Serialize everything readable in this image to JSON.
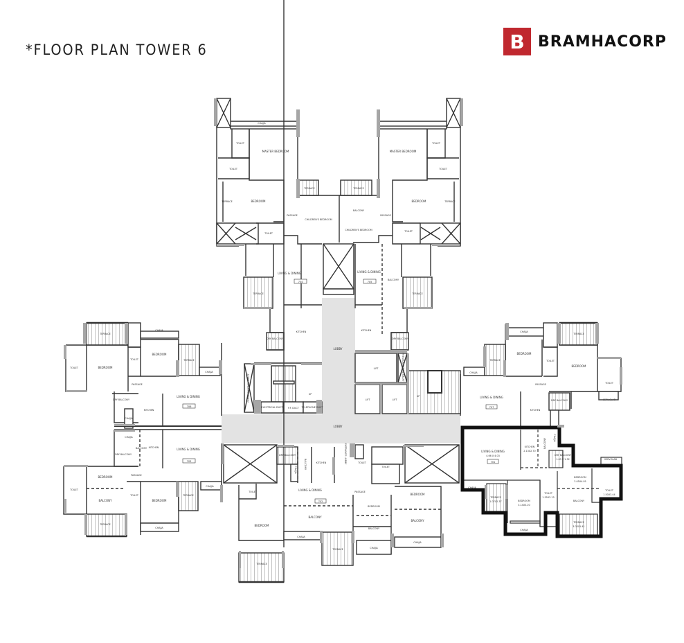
{
  "header": {
    "title": "*FLOOR PLAN TOWER 6"
  },
  "brand": {
    "mark": "B",
    "name": "BRAMHACORP",
    "color": "#c0282f"
  },
  "colors": {
    "wall": "#333333",
    "column": "#a6a6a6",
    "lobby": "#e3e3e3",
    "highlight": "#111111"
  },
  "plan": {
    "common": {
      "lobby_main": "LOBBY",
      "lobby_upper": "LOBBY",
      "lift": "LIFT",
      "up": "UP",
      "electrical_duct": "ELECTRICAL DUCT",
      "pf_duct": "P.F. DUCT",
      "telephone_duct": "TELEPHONE DUCT",
      "fire_shaft": "PRESSURISATION SHAFT",
      "entrance_lobby": "ENTRANCE LOBBY"
    },
    "units": {
      "top_left": {
        "master_bedroom": "MASTER BEDROOM",
        "bedroom": "BEDROOM",
        "childrens_bedroom": "CHILDREN'S BEDROOM",
        "toilet1": "TOILET",
        "toilet2": "TOILET",
        "toilet3": "TOILET",
        "terrace1": "TERRACE",
        "terrace2": "TERRACE",
        "terrace3": "TERRACE",
        "chajja": "CHAJJA",
        "passage": "PASSAGE",
        "living": "LIVING & DINING",
        "code": "704",
        "kitchen": "KITCHEN",
        "dry_balcony": "DRY BALCONY"
      },
      "top_right": {
        "master_bedroom": "MASTER BEDROOM",
        "bedroom": "BEDROOM",
        "childrens_bedroom": "CHILDREN'S BEDROOM",
        "balcony": "BALCONY",
        "balcony2": "BALCONY",
        "toilet1": "TOILET",
        "toilet2": "TOILET",
        "toilet3": "TOILET",
        "terrace1": "TERRACE",
        "terrace2": "TERRACE",
        "terrace3": "TERRACE",
        "passage": "PASSAGE",
        "living": "LIVING & DINING",
        "code": "705",
        "kitchen": "KITCHEN",
        "dry_balcony": "DRY BALCONY"
      },
      "left_upper": {
        "terrace1": "TERRACE",
        "terrace2": "TERRACE",
        "chajja1": "CHAJJA",
        "chajja2": "CHAJJA",
        "chajja3": "CHAJJA",
        "toilet1": "TOILET",
        "toilet2": "TOILET",
        "bedroom1": "BEDROOM",
        "bedroom2": "BEDROOM",
        "passage": "PASSAGE",
        "dry_balcony": "DRY BALCONY",
        "kitchen": "KITCHEN",
        "living": "LIVING & DINING",
        "code": "706"
      },
      "left_lower": {
        "kitchen": "KITCHEN",
        "balcony": "BALCONY",
        "dry_balcony": "DRY BALCONY",
        "chajja1": "CHAJJA",
        "chajja2": "CHAJJA",
        "chajja3": "CHAJJA",
        "passage": "PASSAGE",
        "living": "LIVING & DINING",
        "code": "703",
        "bedroom1": "BEDROOM",
        "bedroom2": "BEDROOM",
        "balcony2": "BALCONY",
        "toilet1": "TOILET",
        "toilet2": "TOILET",
        "terrace1": "TERRACE",
        "terrace2": "TERRACE"
      },
      "bottom_center": {
        "dry_balcony": "DRY BALCONY",
        "balcony": "BALCONY",
        "kitchen": "KITCHEN",
        "chajja1": "CHAJJA",
        "chajja2": "CHAJJA",
        "chajja3": "CHAJJA",
        "living": "LIVING & DINING",
        "code": "702",
        "toilet1": "TOILET",
        "toilet2": "TOILET",
        "toilet3": "TOILET",
        "bedroom1": "BEDROOM",
        "bedroom2": "BEDROOM",
        "bedroom3": "BEDROOM",
        "balcony2": "BALCONY",
        "balcony3": "BALCONY",
        "balcony4": "BALCONY",
        "passage": "PASSAGE",
        "terrace1": "TERRACE",
        "terrace2": "TERRACE"
      },
      "right_upper": {
        "chajja1": "CHAJJA",
        "chajja2": "CHAJJA",
        "terrace1": "TERRACE",
        "terrace2": "TERRACE",
        "bedroom1": "BEDROOM",
        "bedroom2": "BEDROOM",
        "toilet1": "TOILET",
        "toilet2": "TOILET",
        "passage": "PASSAGE",
        "dry_balcony": "DRY BALCONY",
        "kitchen": "KITCHEN",
        "living": "LIVING & DINING",
        "code": "707",
        "serv_slab": "SERV.SLAB"
      },
      "right_lower_highlighted": {
        "living": "LIVING & DINING",
        "living_dim": "4.66 X 4.03",
        "code": "701",
        "kitchen": "KITCHEN",
        "kitchen_dim": "2.13X2.70",
        "balcony": "BALCONY",
        "chajja1": "CHAJJA",
        "chajja2": "CHAJJA",
        "dry_balcony": "DRY BALCONY",
        "dry_balcony_dim": "1.63 X 1.32",
        "serv_slab": "SERV.SLAB",
        "bedroom1": "BEDROOM",
        "bedroom1_dim": "3.05X4.05",
        "toilet1": "TOILET",
        "toilet1_dim": "1.50X3.44",
        "terrace1": "TERRACE",
        "terrace1_dim": "1.07X2.37",
        "bedroom2": "BEDROOM",
        "bedroom2_dim": "3.14X3.20",
        "toilet2": "TOILET",
        "toilet2_dim": "1.35X2.13",
        "balcony2": "BALCONY",
        "terrace2": "TERRACE",
        "terrace2_dim": "3.03X1.41"
      }
    }
  }
}
